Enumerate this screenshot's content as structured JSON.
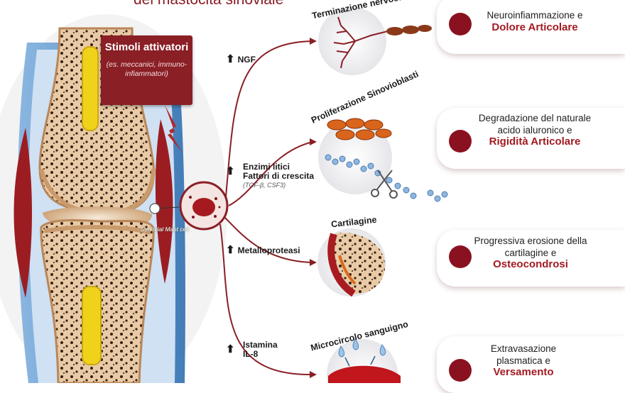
{
  "header": {
    "title_fragment": "del mastocita sinoviale"
  },
  "stimoli": {
    "title": "Stimoli attivatori",
    "subtitle": "(es. meccanici, immuno-infiammatori)"
  },
  "mast_cell_label": "Synovial Mast cell",
  "mediators": [
    {
      "arrow": "⬆",
      "line1": "NGF",
      "line2": "",
      "sub": ""
    },
    {
      "arrow": "⬆",
      "line1": "Enzimi litici",
      "line2": "Fattori di crescita",
      "sub": "(TGF-β, CSF3)"
    },
    {
      "arrow": "⬆",
      "line1": "Metalloproteasi",
      "line2": "",
      "sub": ""
    },
    {
      "arrow": "⬆",
      "line1": "Istamina",
      "line2": "IL-8",
      "sub": ""
    }
  ],
  "circles": [
    {
      "title": "Terminazione nervosa"
    },
    {
      "title": "Proliferazione Sinovioblasti"
    },
    {
      "title": "Cartilagine"
    },
    {
      "title": "Microcircolo sanguigno"
    }
  ],
  "cards": [
    {
      "text": "Neuroinfiammazione e",
      "highlight": "Dolore Articolare"
    },
    {
      "text": "Degradazione del naturale acido ialuronico e",
      "highlight": "Rigidità Articolare"
    },
    {
      "text": "Progressiva erosione della cartilagine e",
      "highlight": "Osteocondrosi"
    },
    {
      "text": "Extravasazione plasmatica e",
      "highlight": "Versamento"
    }
  ],
  "colors": {
    "accent": "#8a1f26",
    "dot": "#8a1220",
    "highlight": "#a21a22",
    "bone": "#e7c9a0",
    "marrow": "#f0d21a"
  }
}
